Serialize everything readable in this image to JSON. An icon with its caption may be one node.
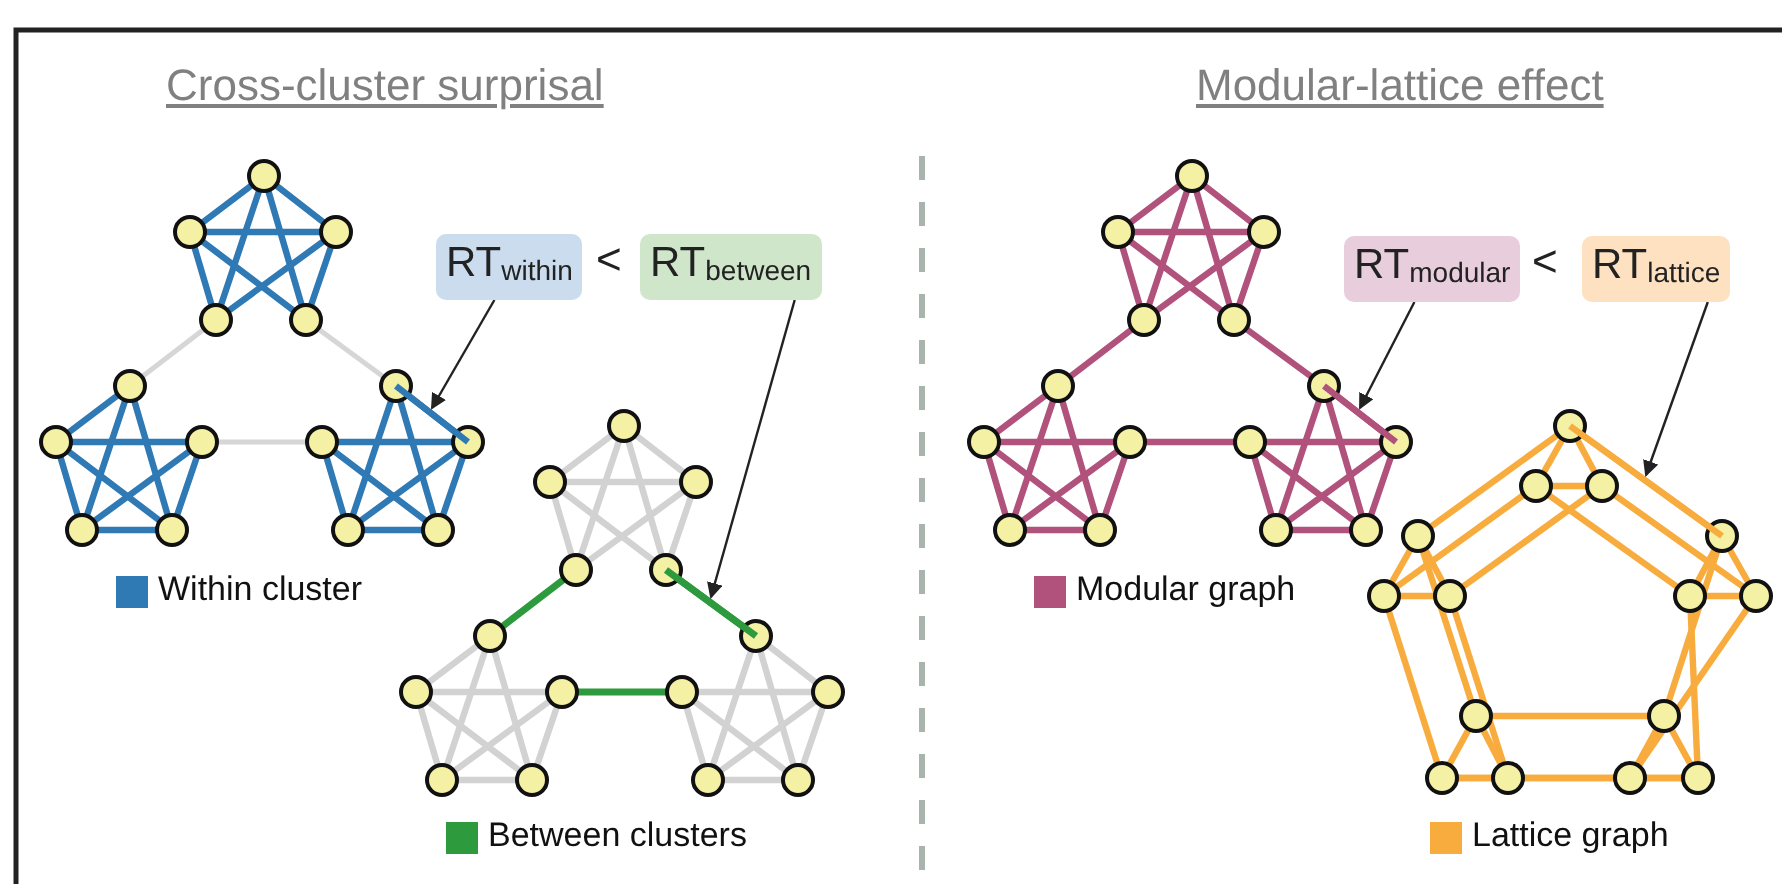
{
  "diagram": {
    "nodes": [
      {
        "text": [
          "RT$_{within}$"
        ]
      },
      {
        "text": [
          "RT$_{between}$"
        ]
      },
      {
        "text": [
          "RT$_{modular}$"
        ]
      },
      {
        "text": [
          "RT$_{lattice}$"
        ]
      },
      {
        "text": [],
        "shape": "line"
      },
      {
        "text": [],
        "shape": "line"
      },
      {
        "text": [],
        "shape": "line"
      },
      {
        "text": [],
        "shape": "line"
      }
    ],
    "edges": [
      {
        "from": 0,
        "to": 4,
        "arrow": "to"
      },
      {
        "from": 1,
        "to": 5,
        "arrow": "to"
      },
      {
        "from": 2,
        "to": 6,
        "arrow": "to"
      },
      {
        "from": 3,
        "to": 7,
        "arrow": "to"
      }
    ],
    "labels": [
      "Cross-cluster surprisal",
      "<",
      "Modular-lattice effect",
      "<"
    ],
    "legend": [
      {
        "text": "Within cluster",
        "color": "#2f79b5"
      },
      {
        "text": "Between clusters",
        "color": "#2e9a3e"
      },
      {
        "text": "Modular graph",
        "color": "#b0527c"
      },
      {
        "text": "Lattice graph",
        "color": "#f7ac3d"
      }
    ]
  }
}
